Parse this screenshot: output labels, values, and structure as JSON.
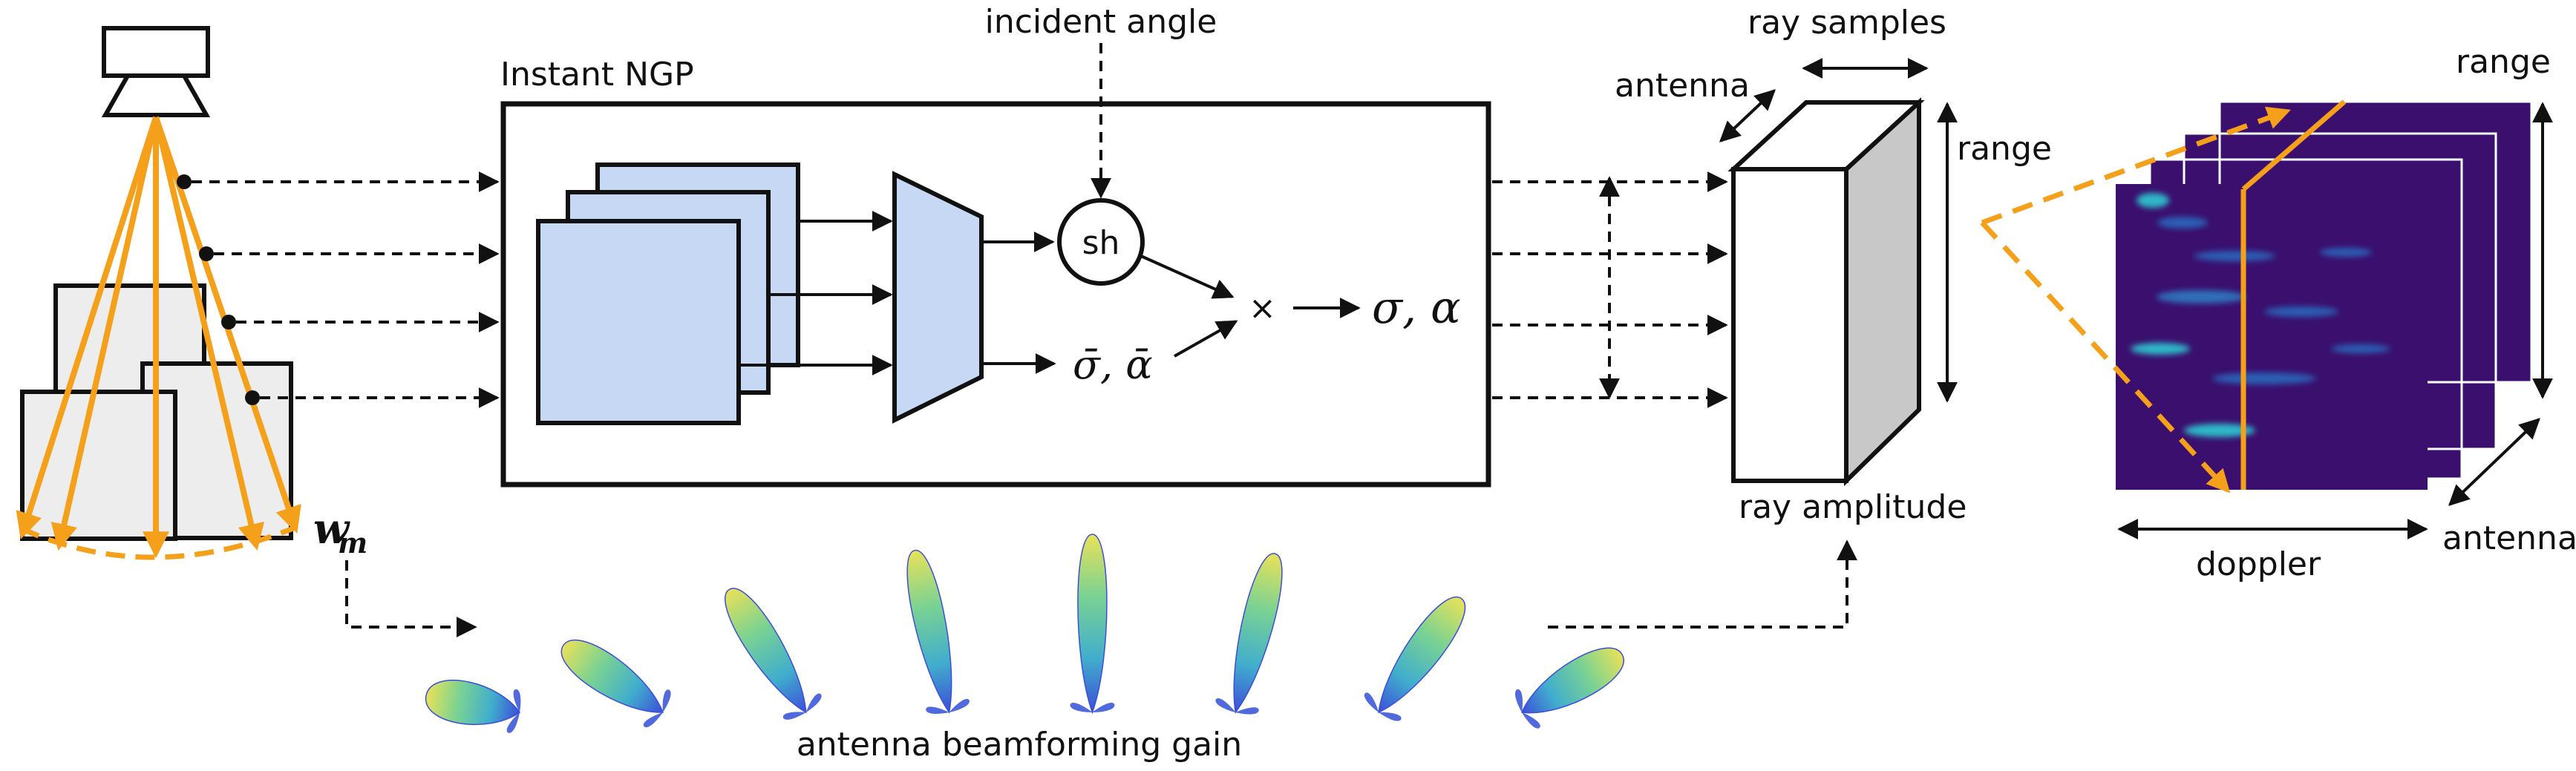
{
  "labels": {
    "instant_ngp": "Instant NGP",
    "incident_angle": "incident angle",
    "sh": "sh",
    "sigma_alpha_bar": "σ̄, ᾱ",
    "times": "×",
    "sigma_alpha": "σ, α",
    "ray_samples": "ray samples",
    "antenna_top": "antenna",
    "range_cube": "range",
    "ray_amplitude": "ray amplitude",
    "range_stack": "range",
    "doppler": "doppler",
    "antenna_stack": "antenna",
    "beamforming_gain": "antenna beamforming gain",
    "weight_symbol": "w",
    "weight_subscript": "m"
  },
  "colors": {
    "orange": "#f5a01a",
    "light_blue": "#c6d8f4",
    "light_gray": "#ededed",
    "cube_side": "#c8c8c8",
    "heatmap_bg": "#3a0f6e",
    "line": "#111111"
  },
  "beams": {
    "count": 8,
    "tilt_deg": [
      -80,
      -56,
      -32,
      -12,
      0,
      14,
      36,
      60
    ]
  },
  "icons": [
    "radar-sensor-icon",
    "heatmap-stack-icon"
  ]
}
